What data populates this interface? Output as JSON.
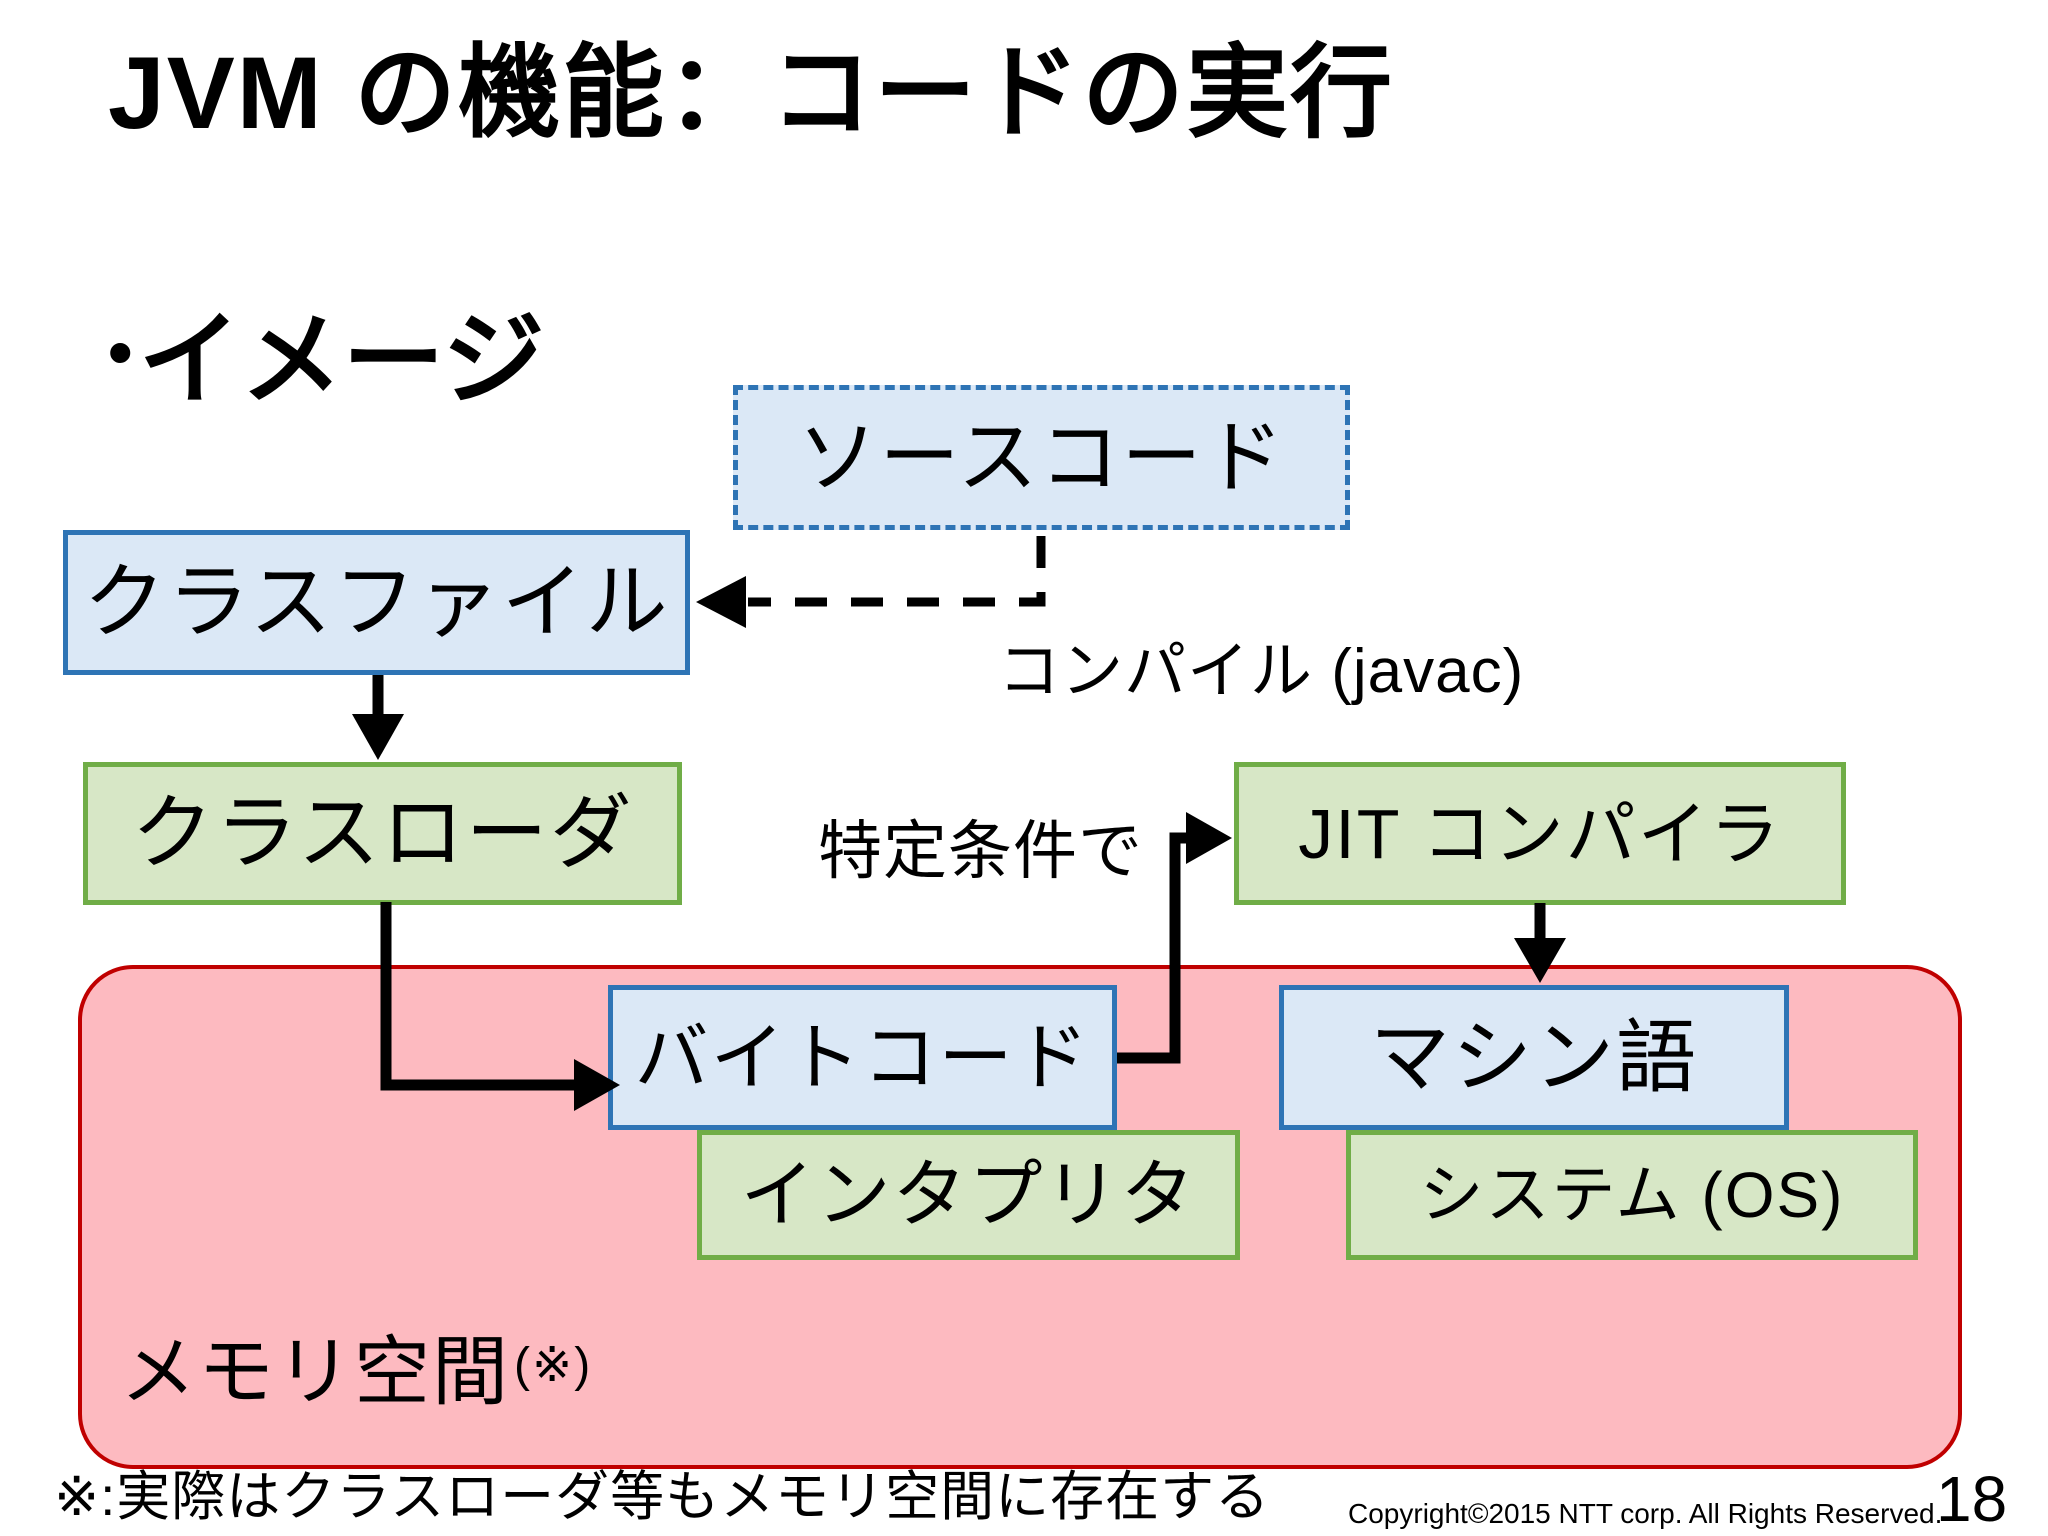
{
  "slide": {
    "title": "JVM の機能：コードの実行",
    "bullet_glyph": "•",
    "bullet_text": "イメージ",
    "footnote": "※:実際はクラスローダ等もメモリ空間に存在する",
    "copyright": "Copyright©2015  NTT corp. All Rights Reserved.",
    "page_number": "18"
  },
  "diagram": {
    "nodes": {
      "source_code": {
        "label": "ソースコード",
        "style": "blue-dashed-border"
      },
      "class_file": {
        "label": "クラスファイル",
        "style": "blue"
      },
      "class_loader": {
        "label": "クラスローダ",
        "style": "green"
      },
      "jit_compiler": {
        "label": "JIT コンパイラ",
        "style": "green"
      },
      "bytecode": {
        "label": "バイトコード",
        "style": "blue"
      },
      "interpreter": {
        "label": "インタプリタ",
        "style": "green"
      },
      "machine_code": {
        "label": "マシン語",
        "style": "blue"
      },
      "system_os": {
        "label": "システム (OS)",
        "style": "green"
      },
      "memory_space": {
        "label": "メモリ空間",
        "note": "(※)",
        "style": "pink-container"
      }
    },
    "edge_labels": {
      "compile": "コンパイル (javac)",
      "condition": "特定条件で"
    },
    "edges": [
      {
        "from": "source_code",
        "to": "class_file",
        "style": "dashed",
        "label": "コンパイル (javac)"
      },
      {
        "from": "class_file",
        "to": "class_loader",
        "style": "solid"
      },
      {
        "from": "class_loader",
        "to": "bytecode",
        "style": "solid"
      },
      {
        "from": "bytecode",
        "to": "jit_compiler",
        "style": "solid",
        "label": "特定条件で"
      },
      {
        "from": "jit_compiler",
        "to": "machine_code",
        "style": "solid"
      }
    ],
    "colors": {
      "blue_fill": "#dbe8f6",
      "blue_border": "#2e74b5",
      "green_fill": "#d7e7c6",
      "green_border": "#70ad47",
      "pink_fill": "#fdbac0",
      "pink_border": "#c00000",
      "arrow": "#000000",
      "text": "#000000"
    }
  }
}
